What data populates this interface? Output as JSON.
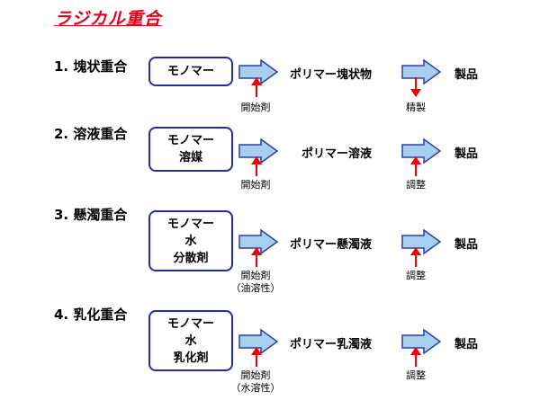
{
  "title": "ラジカル重合",
  "rows": [
    {
      "heading": "1. 塊状重合",
      "box_lines": [
        "モノマー"
      ],
      "initiator": [
        "開始剤"
      ],
      "middle": "ポリマー塊状物",
      "after_step": "精製",
      "product": "製品"
    },
    {
      "heading": "2. 溶液重合",
      "box_lines": [
        "モノマー",
        "溶媒"
      ],
      "initiator": [
        "開始剤"
      ],
      "middle": "ポリマー溶液",
      "after_step": "調整",
      "product": "製品"
    },
    {
      "heading": "3. 懸濁重合",
      "box_lines": [
        "モノマー",
        "水",
        "分散剤"
      ],
      "initiator": [
        "開始剤",
        "（油溶性）"
      ],
      "middle": "ポリマー懸濁液",
      "after_step": "調整",
      "product": "製品"
    },
    {
      "heading": "4. 乳化重合",
      "box_lines": [
        "モノマー",
        "水",
        "乳化剤"
      ],
      "initiator": [
        "開始剤",
        "（水溶性）"
      ],
      "middle": "ポリマー乳濁液",
      "after_step": "調整",
      "product": "製品"
    }
  ],
  "colors": {
    "title": "#e0001a",
    "box_border": "#1f2f9c",
    "arrow_fill": "#a9cfee",
    "arrow_stroke": "#2f3f9e",
    "red_arrow": "#ee0000"
  }
}
